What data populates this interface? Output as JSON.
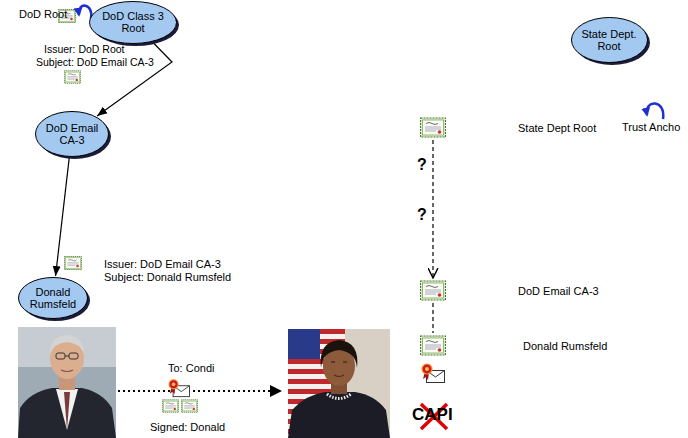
{
  "diagram": {
    "nodes": [
      {
        "text": [
          "DoD Class 3 Root"
        ]
      },
      {
        "text": [
          "DoD Email CA-3"
        ]
      },
      {
        "text": [
          "Donald Rumsfeld"
        ]
      },
      {
        "text": [
          "State Dept. Root"
        ]
      },
      {
        "text": [
          "State Dept Root"
        ]
      },
      {
        "text": [
          "DoD Email CA-3"
        ]
      },
      {
        "text": [
          "Donald Rumsfeld"
        ]
      }
    ],
    "edges": [
      {
        "from": 0,
        "to": 1,
        "arrow": "to"
      },
      {
        "from": 1,
        "to": 2,
        "arrow": "to"
      },
      {
        "from": 4,
        "to": 5,
        "arrow": "to"
      },
      {
        "from": 5,
        "to": 6,
        "arrow": "none"
      }
    ],
    "labels": [
      "DoD Root",
      "Issuer: DoD Root",
      "Subject: DoD Email CA-3",
      "Issuer: DoD Email CA-3",
      "Subject: Donald Rumsfeld",
      "To: Condi",
      "Signed: Donald",
      "Trust Ancho",
      "?",
      "?",
      "CAPI"
    ]
  }
}
